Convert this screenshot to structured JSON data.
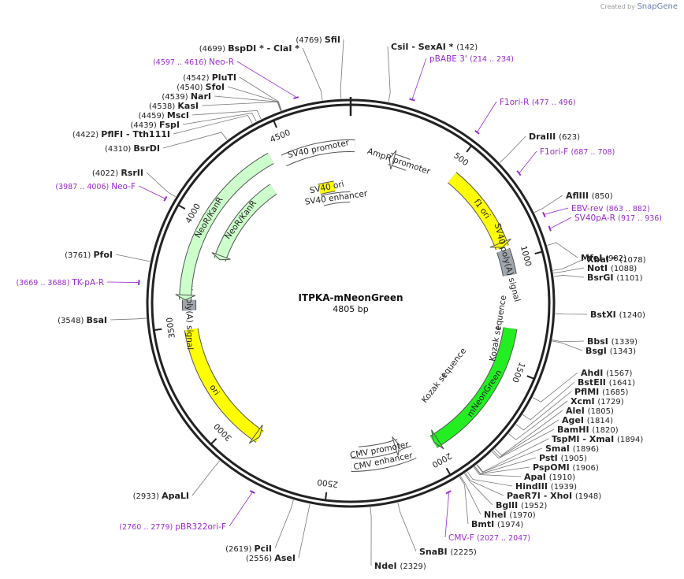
{
  "credit": {
    "prefix": "Created by",
    "brand": "SnapGene"
  },
  "plasmid": {
    "name": "ITPKA-mNeonGreen",
    "length": 4805,
    "length_label": "4805 bp"
  },
  "ticks": [
    500,
    1000,
    1500,
    2000,
    2500,
    3000,
    3500,
    4000,
    4500
  ],
  "enzymes": [
    {
      "name": "SfiI",
      "pos": 4769,
      "pos_label": "(4769)"
    },
    {
      "name": "BspDI * - ClaI *",
      "pos": 4699,
      "pos_label": "(4699)"
    },
    {
      "name": "PluTI",
      "pos": 4542,
      "pos_label": "(4542)"
    },
    {
      "name": "SfoI",
      "pos": 4540,
      "pos_label": "(4540)"
    },
    {
      "name": "NarI",
      "pos": 4539,
      "pos_label": "(4539)"
    },
    {
      "name": "KasI",
      "pos": 4538,
      "pos_label": "(4538)"
    },
    {
      "name": "MscI",
      "pos": 4459,
      "pos_label": "(4459)"
    },
    {
      "name": "FspI",
      "pos": 4439,
      "pos_label": "(4439)"
    },
    {
      "name": "PflFI - Tth111I",
      "pos": 4422,
      "pos_label": "(4422)"
    },
    {
      "name": "BsrDI",
      "pos": 4310,
      "pos_label": "(4310)"
    },
    {
      "name": "RsrII",
      "pos": 4022,
      "pos_label": "(4022)"
    },
    {
      "name": "PfoI",
      "pos": 3761,
      "pos_label": "(3761)"
    },
    {
      "name": "BsaI",
      "pos": 3548,
      "pos_label": "(3548)"
    },
    {
      "name": "ApaLI",
      "pos": 2933,
      "pos_label": "(2933)"
    },
    {
      "name": "PciI",
      "pos": 2619,
      "pos_label": "(2619)"
    },
    {
      "name": "AseI",
      "pos": 2556,
      "pos_label": "(2556)"
    },
    {
      "name": "NdeI",
      "pos": 2329,
      "pos_label": "(2329)"
    },
    {
      "name": "SnaBI",
      "pos": 2225,
      "pos_label": "(2225)"
    },
    {
      "name": "CsiI - SexAI *",
      "pos": 142,
      "pos_label": "(142)"
    },
    {
      "name": "DraIII",
      "pos": 623,
      "pos_label": "(623)"
    },
    {
      "name": "AflIII",
      "pos": 850,
      "pos_label": "(850)"
    },
    {
      "name": "MfeI",
      "pos": 982,
      "pos_label": "(982)"
    },
    {
      "name": "XbaI *",
      "pos": 1078,
      "pos_label": "(1078)"
    },
    {
      "name": "NotI",
      "pos": 1088,
      "pos_label": "(1088)"
    },
    {
      "name": "BsrGI",
      "pos": 1101,
      "pos_label": "(1101)"
    },
    {
      "name": "BstXI",
      "pos": 1240,
      "pos_label": "(1240)"
    },
    {
      "name": "BbsI",
      "pos": 1339,
      "pos_label": "(1339)"
    },
    {
      "name": "BsgI",
      "pos": 1343,
      "pos_label": "(1343)"
    },
    {
      "name": "AhdI",
      "pos": 1567,
      "pos_label": "(1567)"
    },
    {
      "name": "BstEII",
      "pos": 1641,
      "pos_label": "(1641)"
    },
    {
      "name": "PflMI",
      "pos": 1685,
      "pos_label": "(1685)"
    },
    {
      "name": "XcmI",
      "pos": 1729,
      "pos_label": "(1729)"
    },
    {
      "name": "AleI",
      "pos": 1805,
      "pos_label": "(1805)"
    },
    {
      "name": "AgeI",
      "pos": 1814,
      "pos_label": "(1814)"
    },
    {
      "name": "BamHI",
      "pos": 1820,
      "pos_label": "(1820)"
    },
    {
      "name": "TspMI - XmaI",
      "pos": 1894,
      "pos_label": "(1894)"
    },
    {
      "name": "SmaI",
      "pos": 1896,
      "pos_label": "(1896)"
    },
    {
      "name": "PstI",
      "pos": 1905,
      "pos_label": "(1905)"
    },
    {
      "name": "PspOMI",
      "pos": 1906,
      "pos_label": "(1906)"
    },
    {
      "name": "ApaI",
      "pos": 1910,
      "pos_label": "(1910)"
    },
    {
      "name": "HindIII",
      "pos": 1939,
      "pos_label": "(1939)"
    },
    {
      "name": "PaeR7I - XhoI",
      "pos": 1948,
      "pos_label": "(1948)"
    },
    {
      "name": "BglII",
      "pos": 1952,
      "pos_label": "(1952)"
    },
    {
      "name": "NheI",
      "pos": 1970,
      "pos_label": "(1970)"
    },
    {
      "name": "BmtI",
      "pos": 1974,
      "pos_label": "(1974)"
    }
  ],
  "primers": [
    {
      "name": "Neo-R",
      "range": "(4597 .. 4616)",
      "start": 4597,
      "end": 4616
    },
    {
      "name": "pBABE 3'",
      "range": "(214 .. 234)",
      "start": 214,
      "end": 234
    },
    {
      "name": "F1ori-R",
      "range": "(477 .. 496)",
      "start": 477,
      "end": 496
    },
    {
      "name": "F1ori-F",
      "range": "(687 .. 708)",
      "start": 687,
      "end": 708
    },
    {
      "name": "EBV-rev",
      "range": "(863 .. 882)",
      "start": 863,
      "end": 882
    },
    {
      "name": "SV40pA-R",
      "range": "(917 .. 936)",
      "start": 917,
      "end": 936
    },
    {
      "name": "Neo-F",
      "range": "(3987 .. 4006)",
      "start": 3987,
      "end": 4006
    },
    {
      "name": "TK-pA-R",
      "range": "(3669 .. 3688)",
      "start": 3669,
      "end": 3688
    },
    {
      "name": "CMV-F",
      "range": "(2027 .. 2047)",
      "start": 2027,
      "end": 2047
    },
    {
      "name": "pBR322ori-F",
      "range": "(2760 .. 2779)",
      "start": 2760,
      "end": 2779
    }
  ],
  "features": [
    {
      "name": "f1 ori",
      "type": "rep_origin",
      "color": "#ffff00",
      "start": 519,
      "end": 931,
      "dir": 1
    },
    {
      "name": "SV40 poly(A) signal",
      "type": "polyA",
      "color": "#a0a6ae",
      "start": 946,
      "end": 1067
    },
    {
      "name": "mNeonGreen",
      "type": "cds",
      "color": "#22ee22",
      "start": 1320,
      "end": 1990,
      "dir": 1
    },
    {
      "name": "Kozak sequence",
      "type": "misc",
      "color": "#888888",
      "start": 1325,
      "end": 1335
    },
    {
      "name": "Kozak sequence",
      "type": "misc",
      "color": "#888888",
      "start": 1700,
      "end": 1710
    },
    {
      "name": "CMV enhancer",
      "type": "enhancer",
      "color": "#ffffff",
      "start": 2096,
      "end": 2400
    },
    {
      "name": "CMV promoter",
      "type": "promoter",
      "color": "#ffffff",
      "start": 2150,
      "end": 2360,
      "dir": -1
    },
    {
      "name": "ori",
      "type": "rep_origin",
      "color": "#ffff00",
      "start": 2860,
      "end": 3480,
      "dir": -1
    },
    {
      "name": "HSV TK poly(A) signal",
      "type": "polyA",
      "color": "#a0a6ae",
      "start": 3570,
      "end": 3620
    },
    {
      "name": "NeoR/KanR",
      "type": "cds",
      "color": "#ccffcc",
      "start": 3620,
      "end": 4420,
      "dir": -1
    },
    {
      "name": "NeoR/KanR",
      "type": "cds",
      "color": "#ccffcc",
      "start": 3850,
      "end": 4350,
      "dir": -1
    },
    {
      "name": "SV40 promoter",
      "type": "promoter",
      "color": "#ffffff",
      "start": 4470,
      "end": 20
    },
    {
      "name": "AmpR promoter",
      "type": "promoter",
      "color": "#ffffff",
      "start": 200,
      "end": 300,
      "dir": -1
    },
    {
      "name": "SV40 ori",
      "type": "rep_origin",
      "color": "#ffff00",
      "start": 4600,
      "end": 4700
    },
    {
      "name": "SV40 enhancer",
      "type": "enhancer",
      "color": "#ffffff",
      "start": 4600,
      "end": 4800
    }
  ]
}
